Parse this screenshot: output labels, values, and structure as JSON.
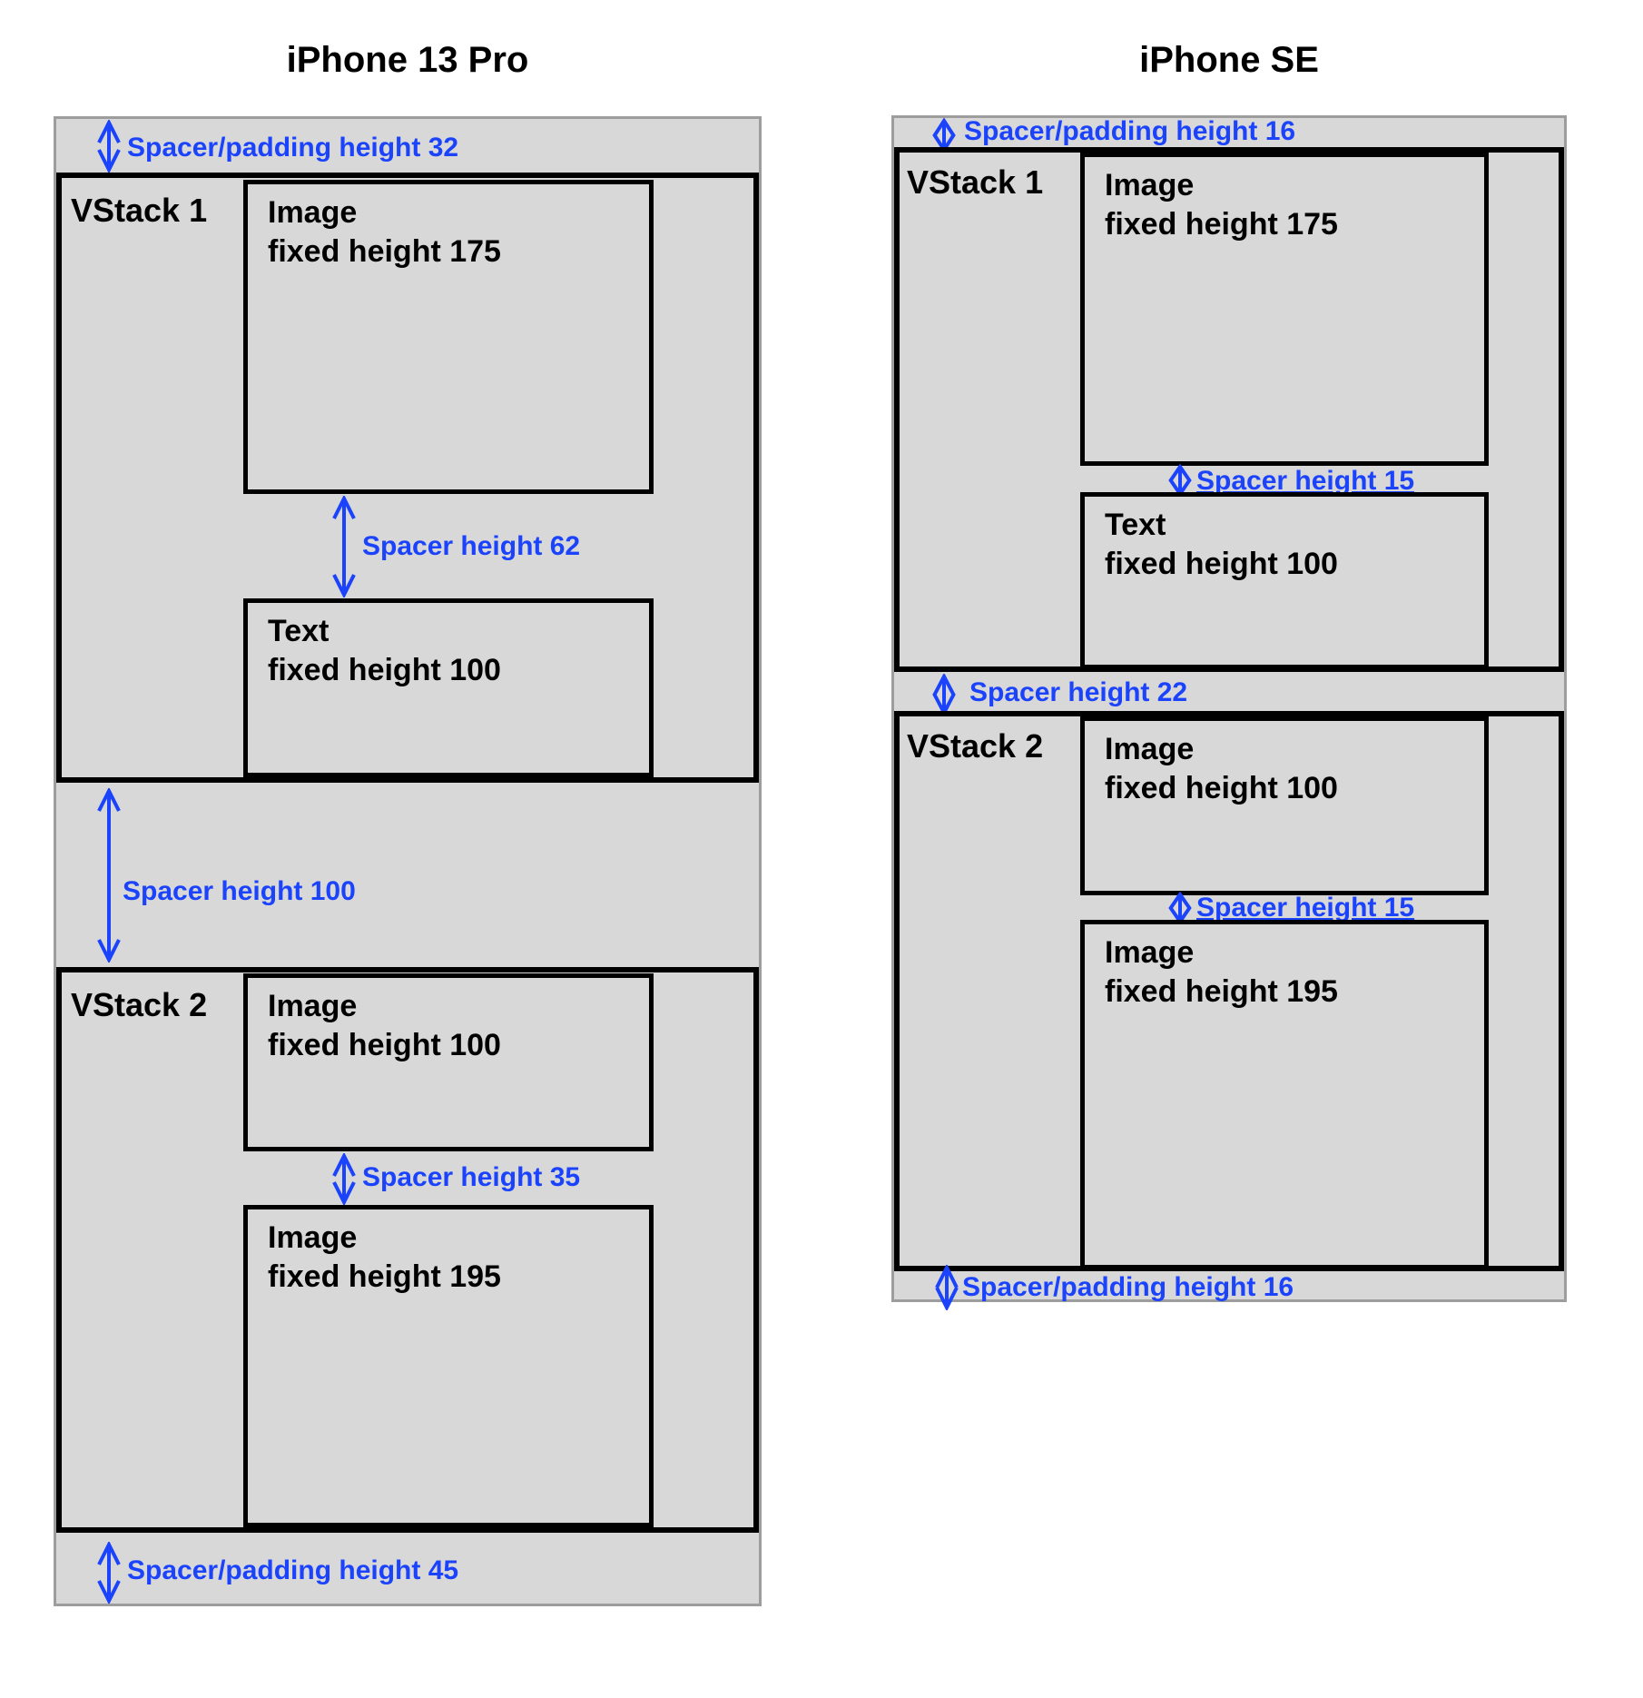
{
  "colors": {
    "accent_blue": "#1b43fb",
    "gray_fill": "#d8d8d8",
    "gray_border": "#9d9d9d",
    "box_border": "#000000"
  },
  "left": {
    "title": "iPhone 13 Pro",
    "labels": {
      "top_spacer": "Spacer/padding height 32",
      "vstack1_spacer": "Spacer height 62",
      "between_spacer": "Spacer height 100",
      "vstack2_spacer": "Spacer height 35",
      "bottom_spacer": "Spacer/padding height 45"
    },
    "vstack1": {
      "name": "VStack 1",
      "image": {
        "line1": "Image",
        "line2": "fixed height 175"
      },
      "text": {
        "line1": "Text",
        "line2": "fixed height 100"
      }
    },
    "vstack2": {
      "name": "VStack 2",
      "image1": {
        "line1": "Image",
        "line2": "fixed height 100"
      },
      "image2": {
        "line1": "Image",
        "line2": "fixed height 195"
      }
    }
  },
  "right": {
    "title": "iPhone SE",
    "labels": {
      "top_spacer": "Spacer/padding height 16",
      "vstack1_spacer": "Spacer height 15",
      "between_spacer": "Spacer height 22",
      "vstack2_spacer": "Spacer height 15",
      "bottom_spacer": "Spacer/padding height 16"
    },
    "vstack1": {
      "name": "VStack 1",
      "image": {
        "line1": "Image",
        "line2": "fixed height 175"
      },
      "text": {
        "line1": "Text",
        "line2": "fixed height 100"
      }
    },
    "vstack2": {
      "name": "VStack 2",
      "image1": {
        "line1": "Image",
        "line2": "fixed height 100"
      },
      "image2": {
        "line1": "Image",
        "line2": "fixed height 195"
      }
    }
  }
}
